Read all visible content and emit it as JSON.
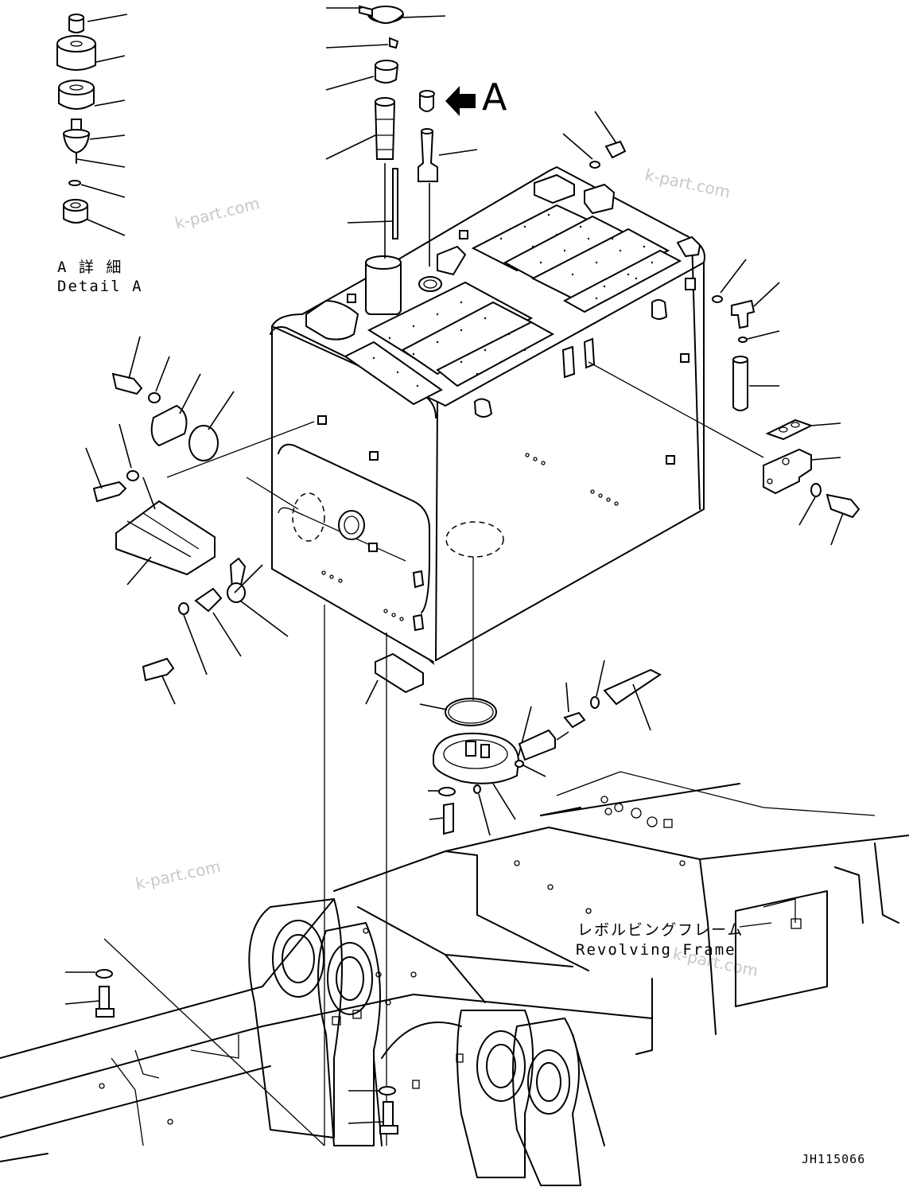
{
  "labels": {
    "detail_a_jp": "A 詳 細",
    "detail_a_en": "Detail A",
    "view_marker": "A",
    "revolving_frame_jp": "レボルビングフレーム",
    "revolving_frame_en": "Revolving Frame",
    "drawing_code": "JH115066"
  },
  "watermarks": [
    "k-part.com",
    "k-part.com",
    "k-part.com",
    "k-part.com"
  ]
}
